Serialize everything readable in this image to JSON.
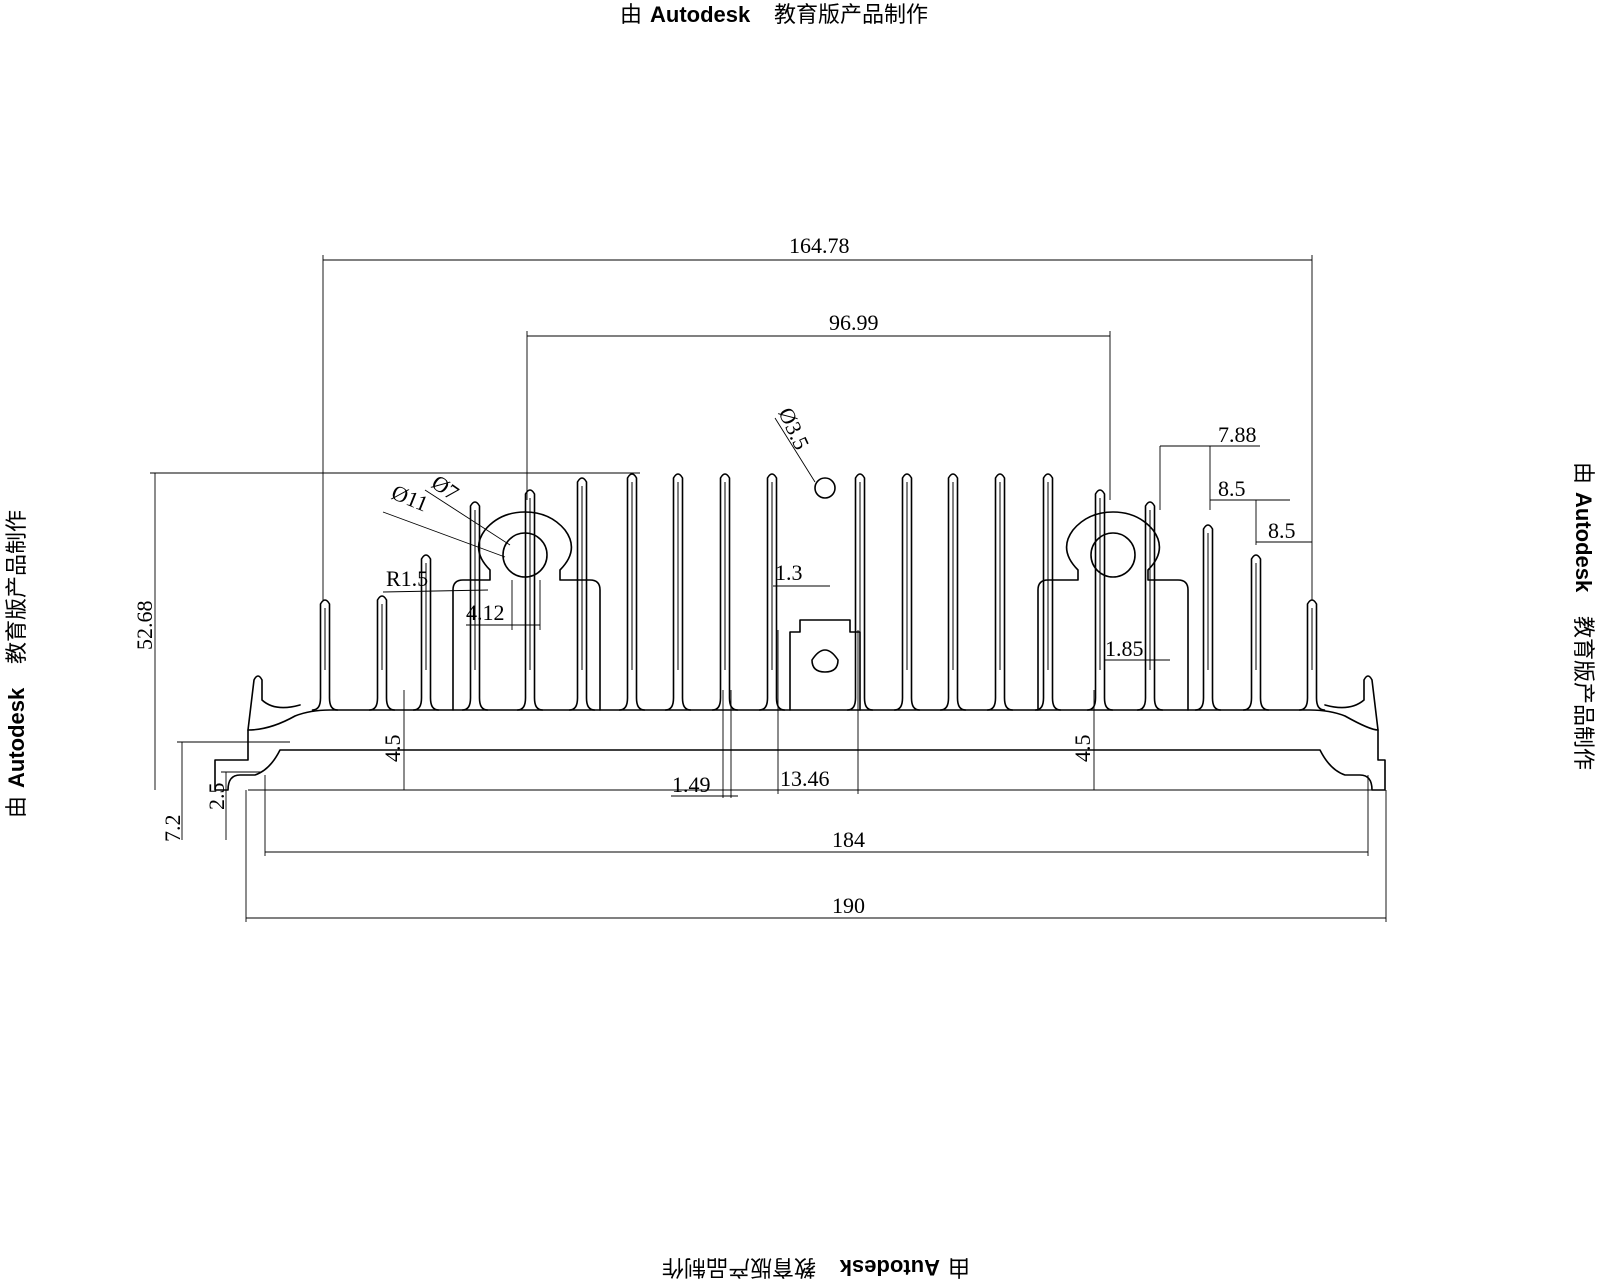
{
  "watermark": {
    "prefix": "由",
    "brand": "Autodesk",
    "suffix": "教育版产品制作"
  },
  "dimensions": {
    "d_164_78": "164.78",
    "d_96_99": "96.99",
    "d_phi3_5": "Ø3.5",
    "d_7_88": "7.88",
    "d_8_5_a": "8.5",
    "d_8_5_b": "8.5",
    "d_phi11": "Ø11",
    "d_phi7": "Ø7",
    "d_r1_5": "R1.5",
    "d_1_3": "1.3",
    "d_4_12": "4.12",
    "d_52_68": "52.68",
    "d_1_85": "1.85",
    "d_4_5_left": "4.5",
    "d_4_5_right": "4.5",
    "d_1_49": "1.49",
    "d_13_46": "13.46",
    "d_7_2": "7.2",
    "d_2_5": "2.5",
    "d_184": "184",
    "d_190": "190"
  }
}
